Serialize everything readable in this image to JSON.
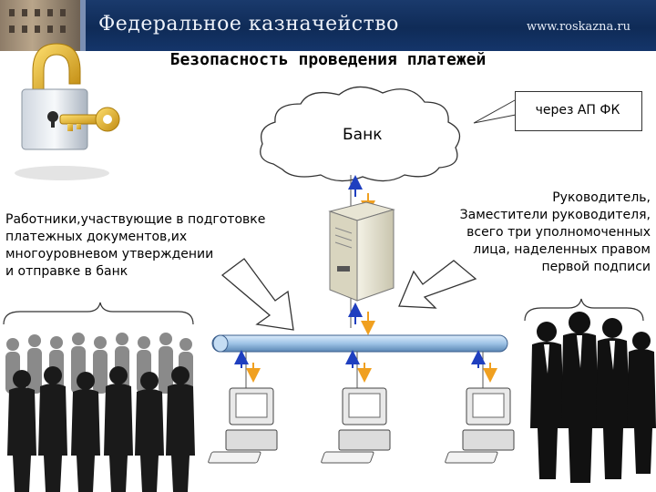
{
  "header": {
    "organization": "Федеральное казначейство",
    "website": "www.roskazna.ru"
  },
  "title": "Безопасность проведения платежей",
  "cloud": {
    "label": "Банк"
  },
  "callout": {
    "label": "через АП ФК"
  },
  "workers": {
    "lines": [
      "Работники,участвующие в подготовке",
      "платежных документов,их",
      "многоуровневом утверждении",
      "и отправке в банк"
    ]
  },
  "signers": {
    "lines": [
      "Руководитель,",
      "Заместители руководителя,",
      "всего три уполномоченных",
      "лица, наделенных правом",
      "первой подписи"
    ]
  },
  "icons": [
    "padlock-key-icon",
    "server-icon",
    "workstation-icon",
    "people-silhouette-icon",
    "cloud-icon"
  ],
  "colors": {
    "header": "#0f2b57",
    "bus": "#9ec3e6",
    "arrow_blue": "#1f3fbf",
    "arrow_orange": "#f0a020"
  }
}
